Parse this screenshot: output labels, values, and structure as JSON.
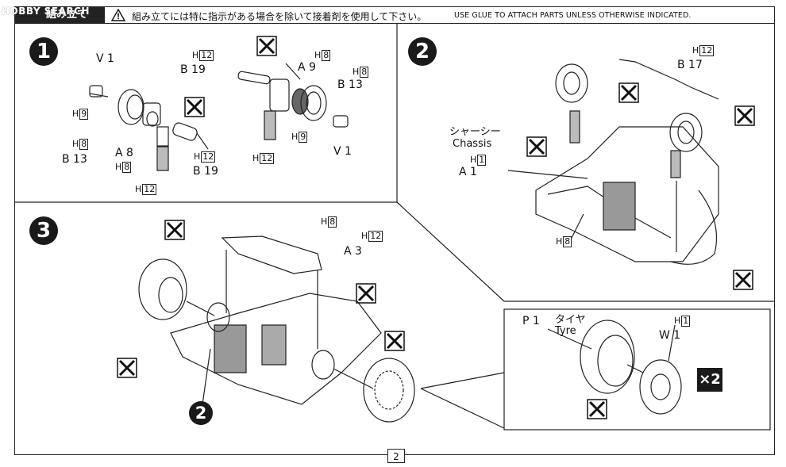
{
  "header": {
    "watermark": "HOBBY SEARCH",
    "title": "組み立て",
    "warning_icon": "warning-triangle-icon",
    "note_jp": "組み立てには特に指示がある場合を除いて接着剤を使用して下さい。",
    "note_en": "USE GLUE TO ATTACH PARTS UNLESS OTHERWISE INDICATED."
  },
  "steps": {
    "one": "1",
    "two": "2",
    "three": "3",
    "two_ref": "2"
  },
  "step1": {
    "v1_left": "V 1",
    "h9_left": "9",
    "h8_left": "8",
    "b13_left": "B 13",
    "a8": "A 8",
    "h8_a8": "8",
    "h12_left": "12",
    "h12_b19": "12",
    "b19_left": "B 19",
    "h12_b19_top": "12",
    "b19_top": "B 19",
    "h8_a9": "8",
    "a9": "A 9",
    "h8_b13": "8",
    "b13_right": "B 13",
    "h9_right": "9",
    "h12_right": "12",
    "v1_right": "V 1",
    "h_letter": "H"
  },
  "step2": {
    "h12_b17": "12",
    "b17": "B 17",
    "chassis_jp": "シャーシー",
    "chassis_en": "Chassis",
    "h1_a1": "1",
    "a1": "A 1",
    "h8": "8"
  },
  "step3": {
    "h8": "8",
    "h12": "12",
    "a3": "A 3"
  },
  "tyre": {
    "p1": "P 1",
    "tyre_jp": "タイヤ",
    "tyre_en": "Tyre",
    "h1": "1",
    "w1": "W 1",
    "multiplier": "×2"
  },
  "page_number": "2"
}
